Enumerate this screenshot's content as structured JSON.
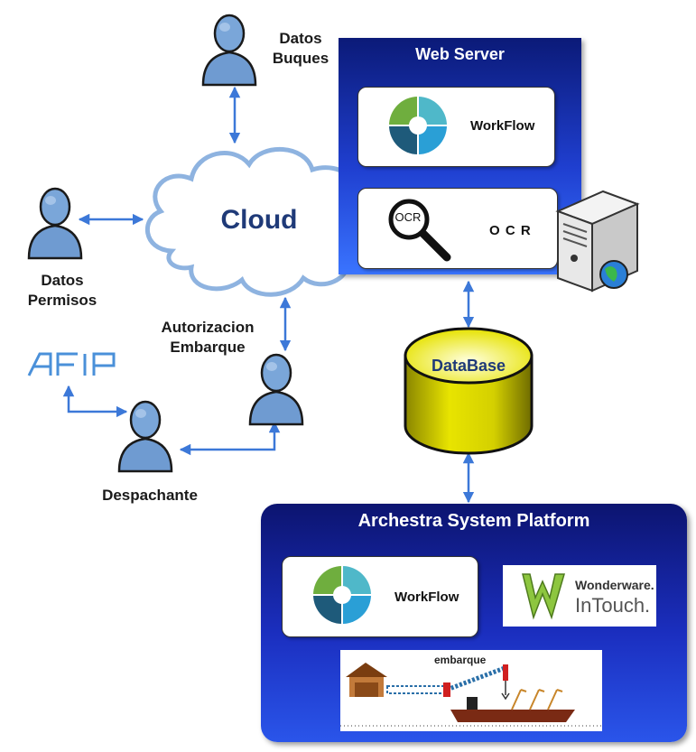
{
  "people": {
    "buques": {
      "label": [
        "Datos",
        "Buques"
      ]
    },
    "permisos": {
      "label": [
        "Datos",
        "Permisos"
      ]
    },
    "autorizacion": {
      "label": [
        "Autorizacion",
        "Embarque"
      ]
    },
    "despachante": {
      "label": "Despachante"
    }
  },
  "cloud": {
    "label": "Cloud"
  },
  "afip": {
    "logo_text": "AFIP"
  },
  "web_server": {
    "title": "Web Server",
    "workflow_label": "WorkFlow",
    "ocr_label": "O C R",
    "ocr_icon_text": "OCR"
  },
  "database": {
    "label": "DataBase"
  },
  "archestra": {
    "title": "Archestra System Platform",
    "workflow_label": "WorkFlow",
    "wonderware": {
      "line1": "Wonderware.",
      "line2": "InTouch."
    },
    "embarque_label": "embarque"
  },
  "colors": {
    "arrow": "#3c78d8",
    "person_fill": "#6f9bd1",
    "panel_dark": "#0b1a78",
    "database_fill": "#e8e400",
    "cloud_text": "#1f3a78"
  }
}
